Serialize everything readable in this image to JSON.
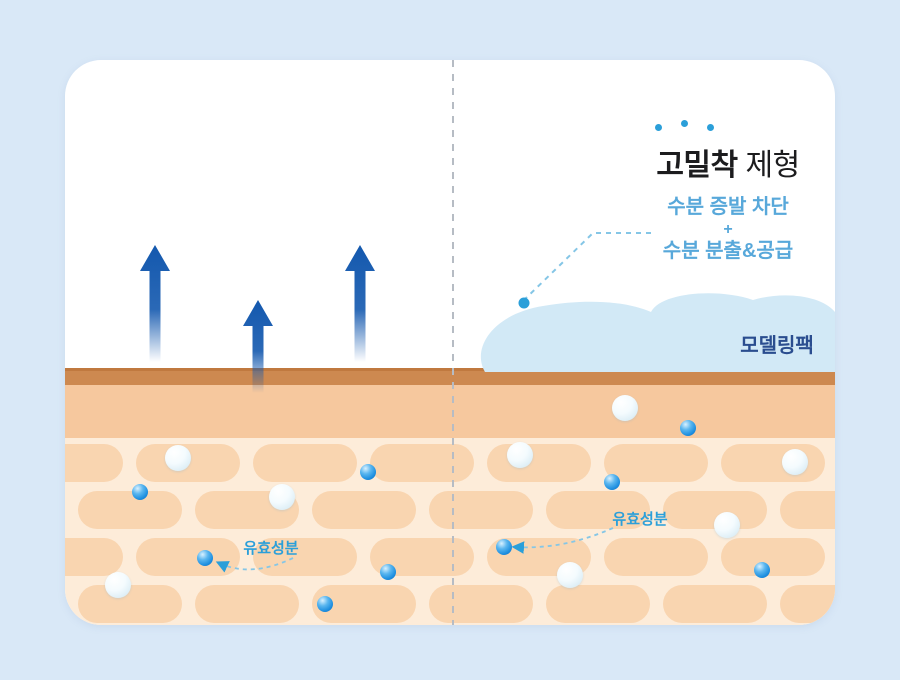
{
  "right_panel": {
    "title_strong": "고밀착",
    "title_rest": "제형",
    "benefit_line1": "수분 증발 차단",
    "benefit_plus": "+",
    "benefit_line2": "수분 분출&공급",
    "pack_label": "모델링팩"
  },
  "labels": {
    "ingredient": "유효성분"
  },
  "colors": {
    "background": "#d9e8f7",
    "card": "#ffffff",
    "accent_blue": "#2b9fd9",
    "arrow_blue": "#1358ae",
    "title_text": "#1c1c1e",
    "benefit_text": "#58a8da",
    "pack_fill": "#d2e9f6",
    "pack_label_text": "#2a4d8f",
    "connector_blue": "#85c6e6",
    "divider_gray": "#b6bcc4",
    "skin_surface": "#cd8950",
    "skin_surface_edge": "#c0793f",
    "skin_mid": "#f6c89e",
    "skin_cell_bg": "#fdecd9",
    "skin_cell": "#f9d5b0",
    "ball_blue": "#1e8fe0",
    "ball_white": "#e8f4fa"
  }
}
